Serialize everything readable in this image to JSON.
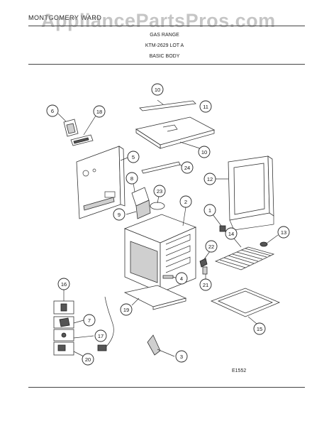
{
  "header": {
    "brand": "MONTGOMERY WARD",
    "watermark": "AppliancePartsPros.com",
    "titles": [
      "GAS RANGE",
      "KTM-2629 LOT A",
      "BASIC BODY"
    ]
  },
  "diagram_code": "E1552",
  "callouts": [
    "10",
    "11",
    "6",
    "18",
    "5",
    "24",
    "10",
    "8",
    "23",
    "2",
    "12",
    "9",
    "1",
    "14",
    "13",
    "22",
    "4",
    "21",
    "16",
    "19",
    "7",
    "17",
    "15",
    "3",
    "20"
  ],
  "colors": {
    "line": "#333333",
    "paper": "#ffffff",
    "watermark": "#969696"
  }
}
